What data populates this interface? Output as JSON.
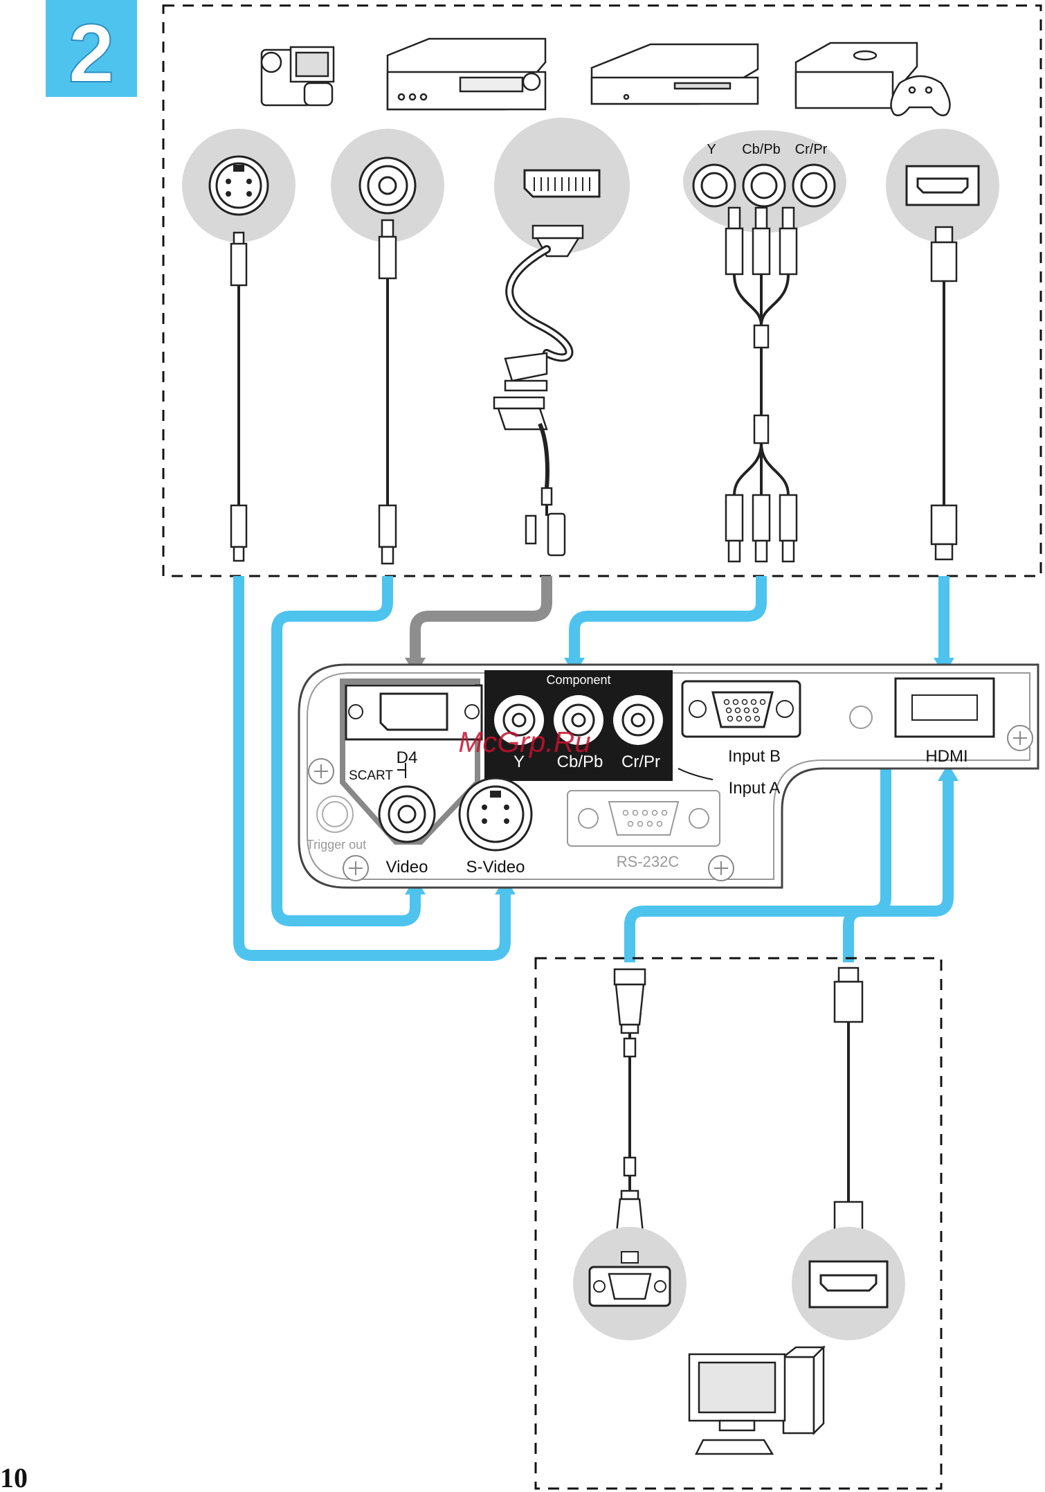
{
  "step_badge": {
    "number": "2"
  },
  "page_number": "10",
  "watermark": "McGrp.Ru",
  "colors": {
    "badge": "#4ec3ee",
    "cable_blue": "#4ec3ee",
    "cable_gray": "#8e8e8e",
    "port_circle": "#d8d8d8",
    "panel_dark": "#1a1a1a",
    "watermark": "#c8102e"
  },
  "connectors": {
    "component_top": {
      "y": "Y",
      "cb": "Cb/Pb",
      "cr": "Cr/Pr"
    }
  },
  "panel": {
    "component_title": "Component",
    "component_y": "Y",
    "component_cb": "Cb/Pb",
    "component_cr": "Cr/Pr",
    "input_b": "Input B",
    "input_a": "Input A",
    "hdmi": "HDMI",
    "d4": "D4",
    "scart": "SCART",
    "trigger_out": "Trigger out",
    "video": "Video",
    "s_video": "S-Video",
    "rs232c": "RS-232C"
  },
  "device_icons": [
    "camcorder-icon",
    "vcr-icon",
    "dvd-player-icon",
    "game-console-icon",
    "computer-icon"
  ]
}
